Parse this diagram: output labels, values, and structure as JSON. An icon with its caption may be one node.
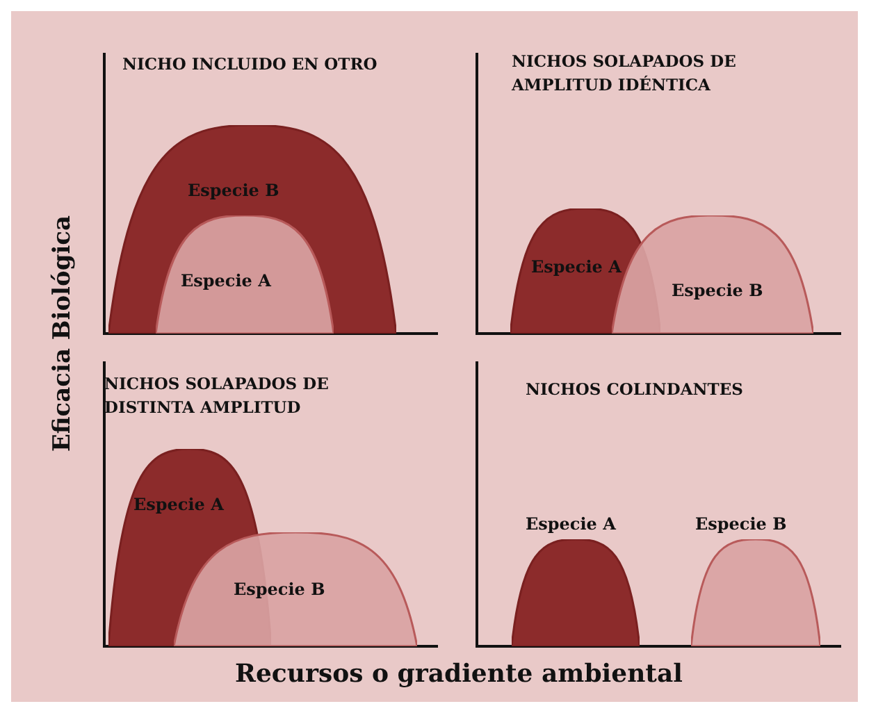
{
  "diagram": {
    "nodes": [
      {
        "text": [
          "NICHO INCLUIDO EN OTRO"
        ]
      },
      {
        "text": [
          "Especie B"
        ],
        "in": 0
      },
      {
        "text": [
          "Especie A"
        ],
        "in": 1
      },
      {
        "text": [
          "NICHOS SOLAPADOS DE AMPLITUD IDÉNTICA"
        ]
      },
      {
        "text": [
          "Especie A"
        ],
        "in": 3
      },
      {
        "text": [
          "Especie B"
        ],
        "in": 3
      },
      {
        "text": [
          "NICHOS SOLAPADOS DE DISTINTA AMPLITUD"
        ]
      },
      {
        "text": [
          "Especie A"
        ],
        "in": 6
      },
      {
        "text": [
          "Especie B"
        ],
        "in": 6
      },
      {
        "text": [
          "NICHOS COLINDANTES"
        ]
      },
      {
        "text": [
          "Especie A"
        ],
        "in": 9
      },
      {
        "text": [
          "Especie B"
        ],
        "in": 9
      }
    ],
    "edges": [],
    "labels": [
      "Eficacia Biológica",
      "Recursos o gradiente ambiental"
    ]
  }
}
